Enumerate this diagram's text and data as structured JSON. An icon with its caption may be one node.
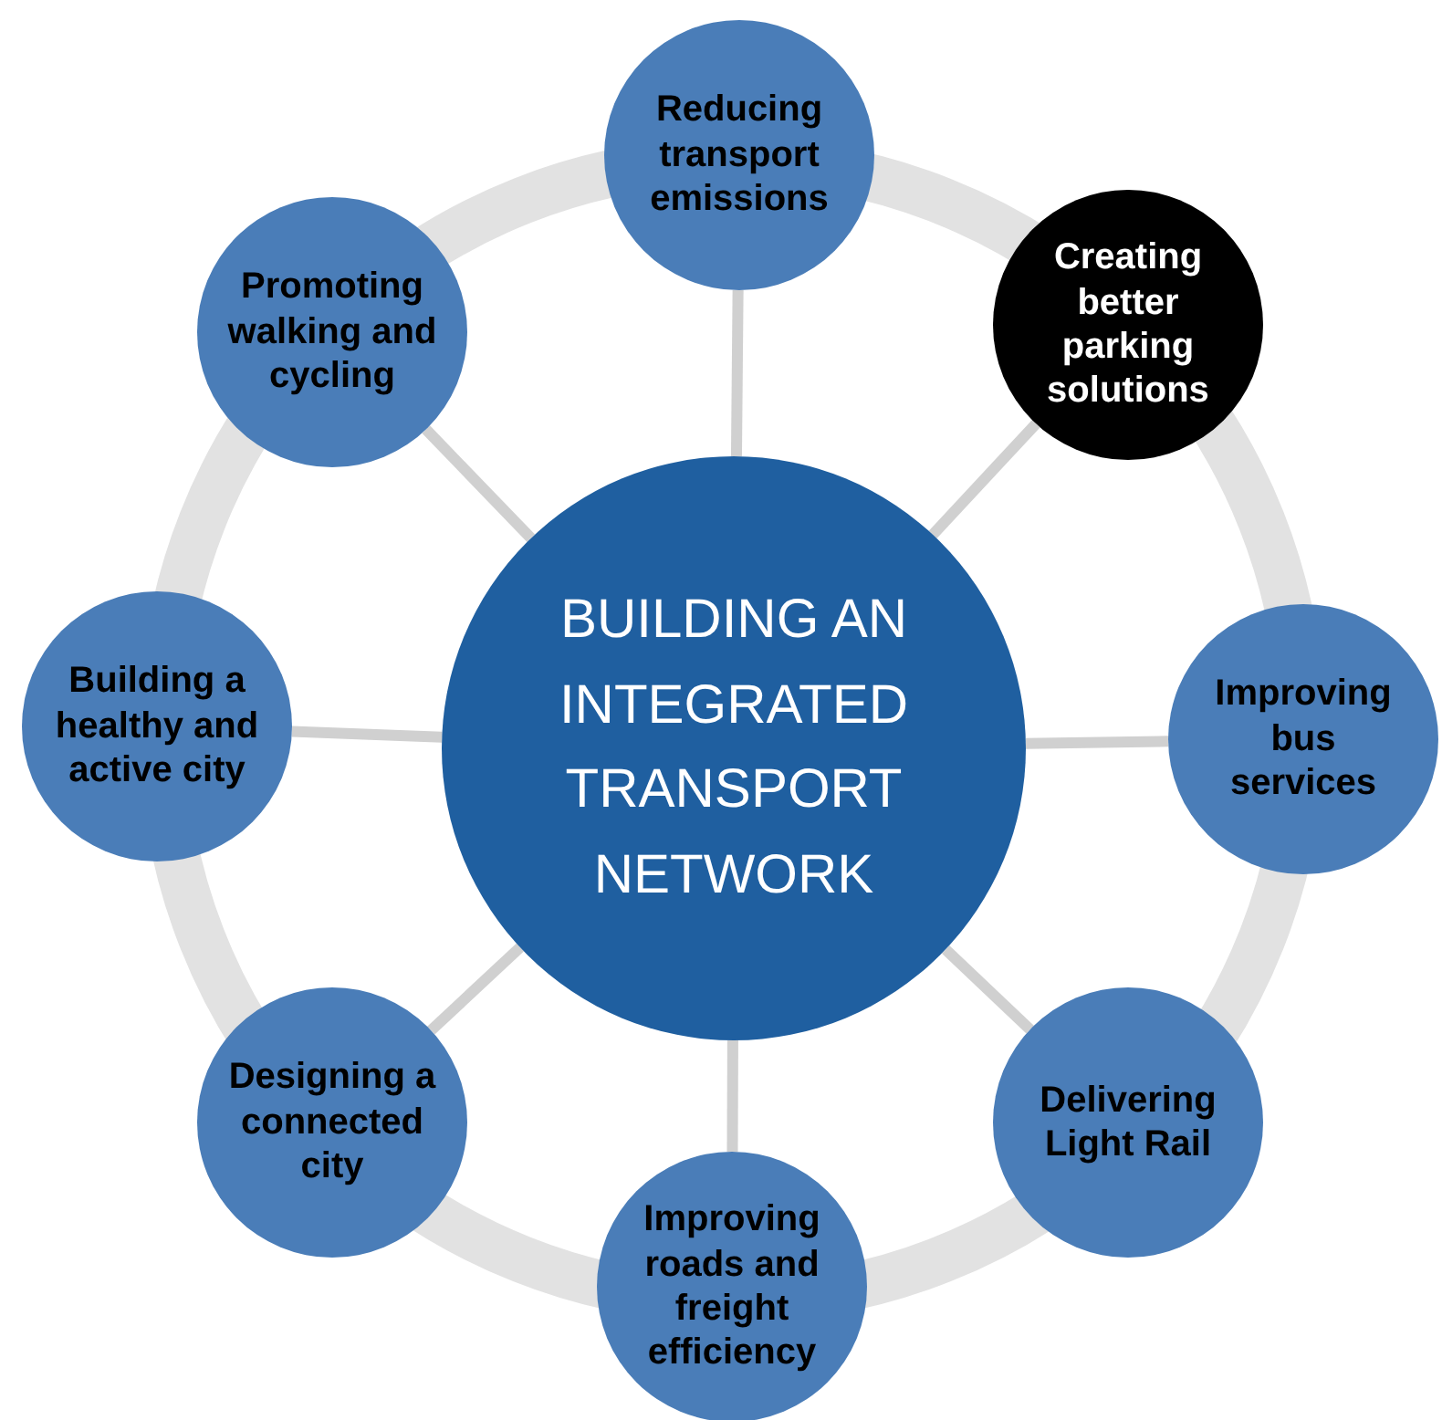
{
  "diagram": {
    "nodes": [
      {
        "text": [
          "BUILDING AN INTEGRATED TRANSPORT NETWORK"
        ]
      },
      {
        "text": [
          "Reducing transport emissions"
        ]
      },
      {
        "text": [
          "Creating better parking solutions"
        ]
      },
      {
        "text": [
          "Improving bus services"
        ]
      },
      {
        "text": [
          "Delivering Light Rail"
        ]
      },
      {
        "text": [
          "Improving roads and freight efficiency"
        ]
      },
      {
        "text": [
          "Designing a connected city"
        ]
      },
      {
        "text": [
          "Building a healthy and active city"
        ]
      },
      {
        "text": [
          "Promoting walking and cycling"
        ]
      }
    ],
    "edges": [
      {
        "from": 0,
        "to": 1,
        "arrow": "none"
      },
      {
        "from": 0,
        "to": 2,
        "arrow": "none"
      },
      {
        "from": 0,
        "to": 3,
        "arrow": "none"
      },
      {
        "from": 0,
        "to": 4,
        "arrow": "none"
      },
      {
        "from": 0,
        "to": 5,
        "arrow": "none"
      },
      {
        "from": 0,
        "to": 6,
        "arrow": "none"
      },
      {
        "from": 0,
        "to": 7,
        "arrow": "none"
      },
      {
        "from": 0,
        "to": 8,
        "arrow": "none"
      }
    ]
  }
}
